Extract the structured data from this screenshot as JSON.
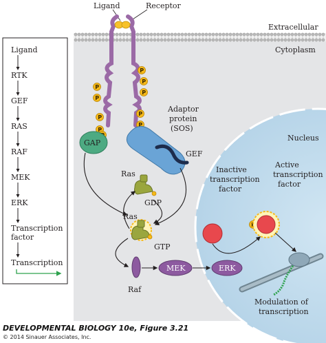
{
  "membrane_labels": {
    "ligand": "Ligand",
    "receptor": "Receptor",
    "extracellular": "Extracellular",
    "cytoplasm": "Cytoplasm",
    "nucleus": "Nucleus"
  },
  "pathway_list": {
    "items": [
      "Ligand",
      "RTK",
      "GEF",
      "RAS",
      "RAF",
      "MEK",
      "ERK",
      "Transcription factor",
      "Transcription"
    ]
  },
  "proteins": {
    "gap": "GAP",
    "adaptor": [
      "Adaptor",
      "protein",
      "(SOS)"
    ],
    "gef": "GEF",
    "ras_top": "Ras",
    "gdp": "GDP",
    "ras_bottom": "Ras",
    "gtp": "GTP",
    "raf": "Raf",
    "mek": "MEK",
    "erk": "ERK",
    "phosphate": "P"
  },
  "nucleus_labels": {
    "inactive": [
      "Inactive",
      "transcription",
      "factor"
    ],
    "active": [
      "Active",
      "transcription",
      "factor"
    ],
    "modulation": [
      "Modulation of",
      "transcription"
    ]
  },
  "caption": {
    "title": "DEVELOPMENTAL BIOLOGY 10e, Figure 3.21",
    "copyright": "© 2014 Sinauer Associates, Inc."
  },
  "colors": {
    "cytoplasm": "#e4e5e7",
    "nucleus": "#c3dcec",
    "receptor": "#9b6aa6",
    "phosphate": "#f6b91a",
    "gap": "#4daa82",
    "sos": "#6aa4d6",
    "ras": "#9aa63e",
    "kinase": "#8d5aa0",
    "tf": "#e8484d",
    "list_arrow": "#2ea24e"
  }
}
